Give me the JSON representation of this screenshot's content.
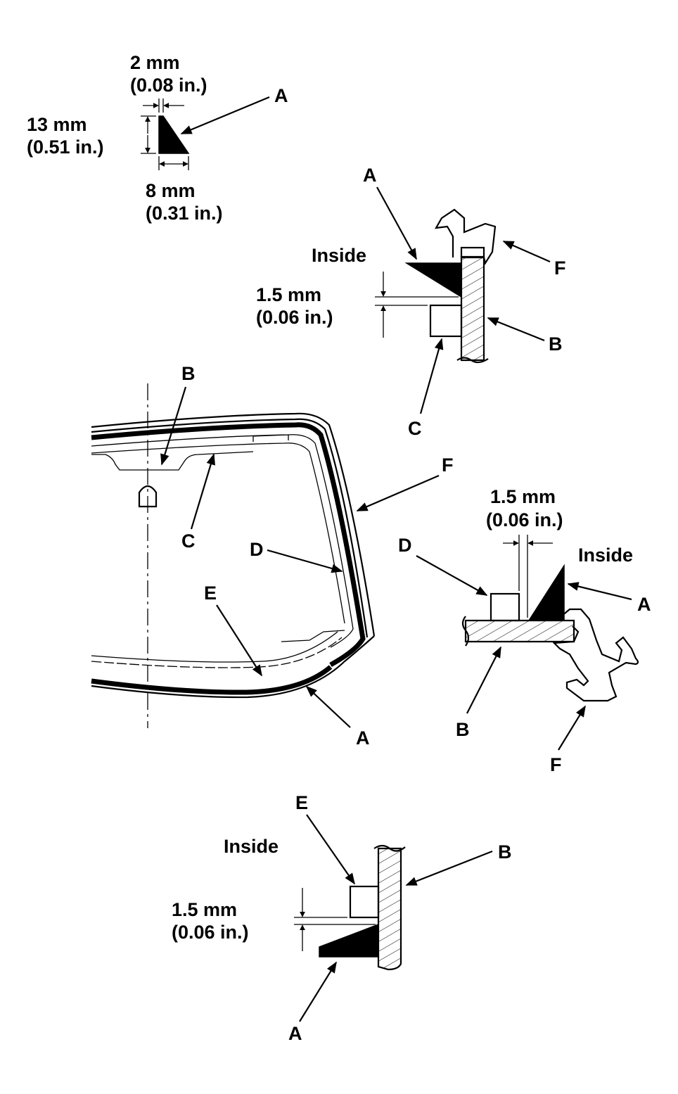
{
  "colors": {
    "ink": "#000000",
    "paper": "#ffffff"
  },
  "profile": {
    "width_top_mm": "2 mm",
    "width_top_in": "(0.08 in.)",
    "height_mm": "13 mm",
    "height_in": "(0.51 in.)",
    "width_base_mm": "8 mm",
    "width_base_in": "(0.31 in.)",
    "label": "A"
  },
  "top_section": {
    "label_a": "A",
    "label_f": "F",
    "label_b": "B",
    "label_c": "C",
    "inside": "Inside",
    "gap_mm": "1.5 mm",
    "gap_in": "(0.06 in.)"
  },
  "main_view": {
    "label_b": "B",
    "label_c": "C",
    "label_d": "D",
    "label_e": "E",
    "label_f": "F",
    "label_a": "A"
  },
  "side_section": {
    "gap_mm": "1.5 mm",
    "gap_in": "(0.06 in.)",
    "label_d": "D",
    "inside": "Inside",
    "label_a": "A",
    "label_b": "B",
    "label_f": "F"
  },
  "bottom_section": {
    "label_e": "E",
    "inside": "Inside",
    "label_b": "B",
    "gap_mm": "1.5 mm",
    "gap_in": "(0.06 in.)",
    "label_a": "A"
  }
}
